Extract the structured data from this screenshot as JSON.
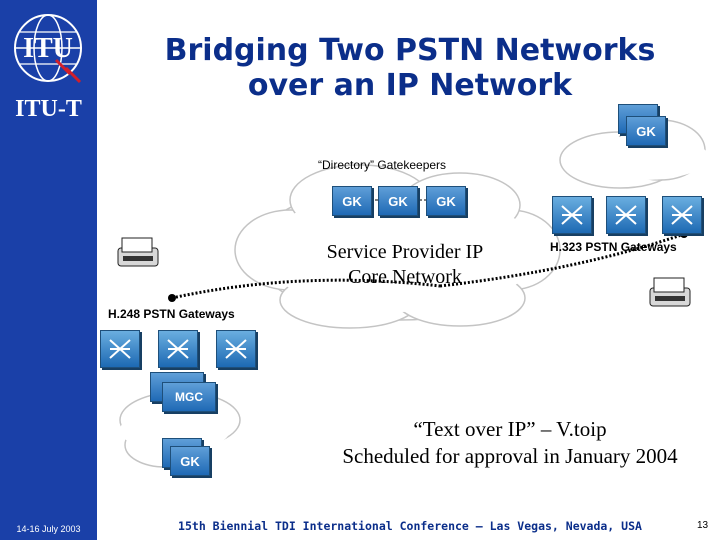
{
  "sidebar": {
    "logo_text": "ITU",
    "org_label": "ITU-T",
    "date": "14-16 July 2003"
  },
  "title": {
    "line1": "Bridging Two PSTN Networks",
    "line2": "over an IP Network"
  },
  "labels": {
    "directory_gk": "“Directory” Gatekeepers",
    "h323": "H.323 PSTN Gateways",
    "h248": "H.248 PSTN Gateways",
    "core_line1": "Service Provider IP",
    "core_line2": "Core Network",
    "text_ip_line1": "“Text over IP” – V.toip",
    "text_ip_line2": "Scheduled for approval in January 2004"
  },
  "devices": {
    "gk": "GK",
    "mgc": "MGC"
  },
  "footer": "15th Biennial TDI International Conference – Las Vegas, Nevada, USA",
  "page_number": "13"
}
